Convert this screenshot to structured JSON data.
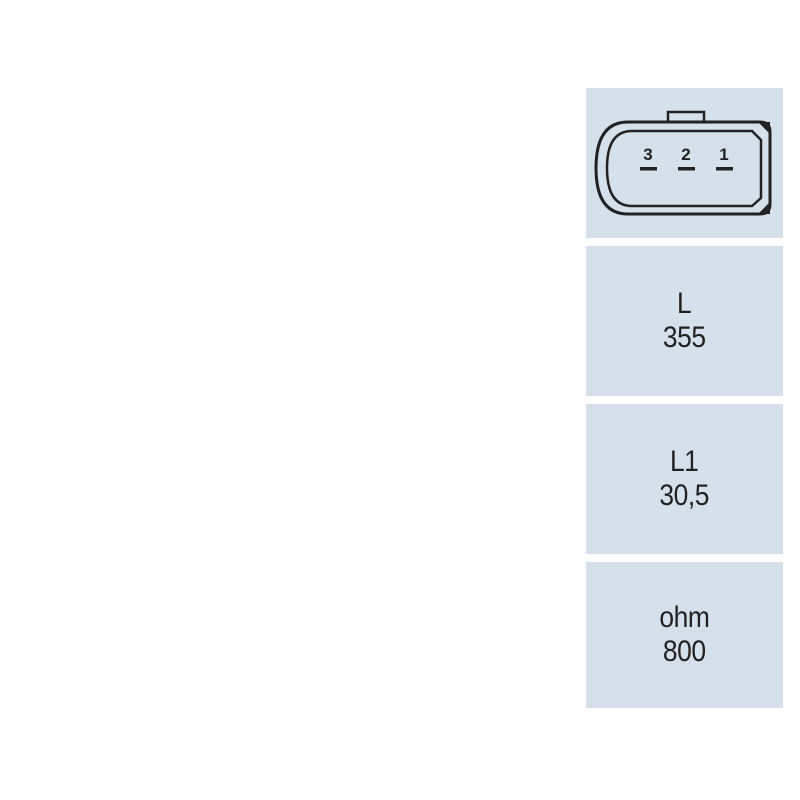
{
  "connector": {
    "pins": [
      {
        "label": "3"
      },
      {
        "label": "2"
      },
      {
        "label": "1"
      }
    ]
  },
  "specs": [
    {
      "label": "L",
      "value": "355"
    },
    {
      "label": "L1",
      "value": "30,5"
    },
    {
      "label": "ohm",
      "value": "800"
    }
  ],
  "colors": {
    "cell_background": "#d6e0ea",
    "text": "#222222",
    "page_background": "#ffffff"
  }
}
